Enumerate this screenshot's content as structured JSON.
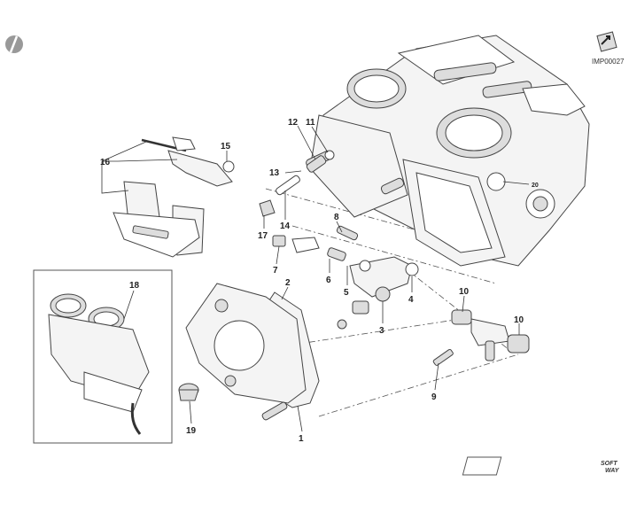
{
  "diagram": {
    "code": "IMP00027",
    "logo_text": [
      "SOFT",
      "WAY"
    ],
    "callouts": [
      "1",
      "2",
      "3",
      "4",
      "5",
      "6",
      "7",
      "8",
      "9",
      "10",
      "10",
      "11",
      "12",
      "13",
      "14",
      "15",
      "16",
      "17",
      "18",
      "19",
      "20"
    ]
  }
}
